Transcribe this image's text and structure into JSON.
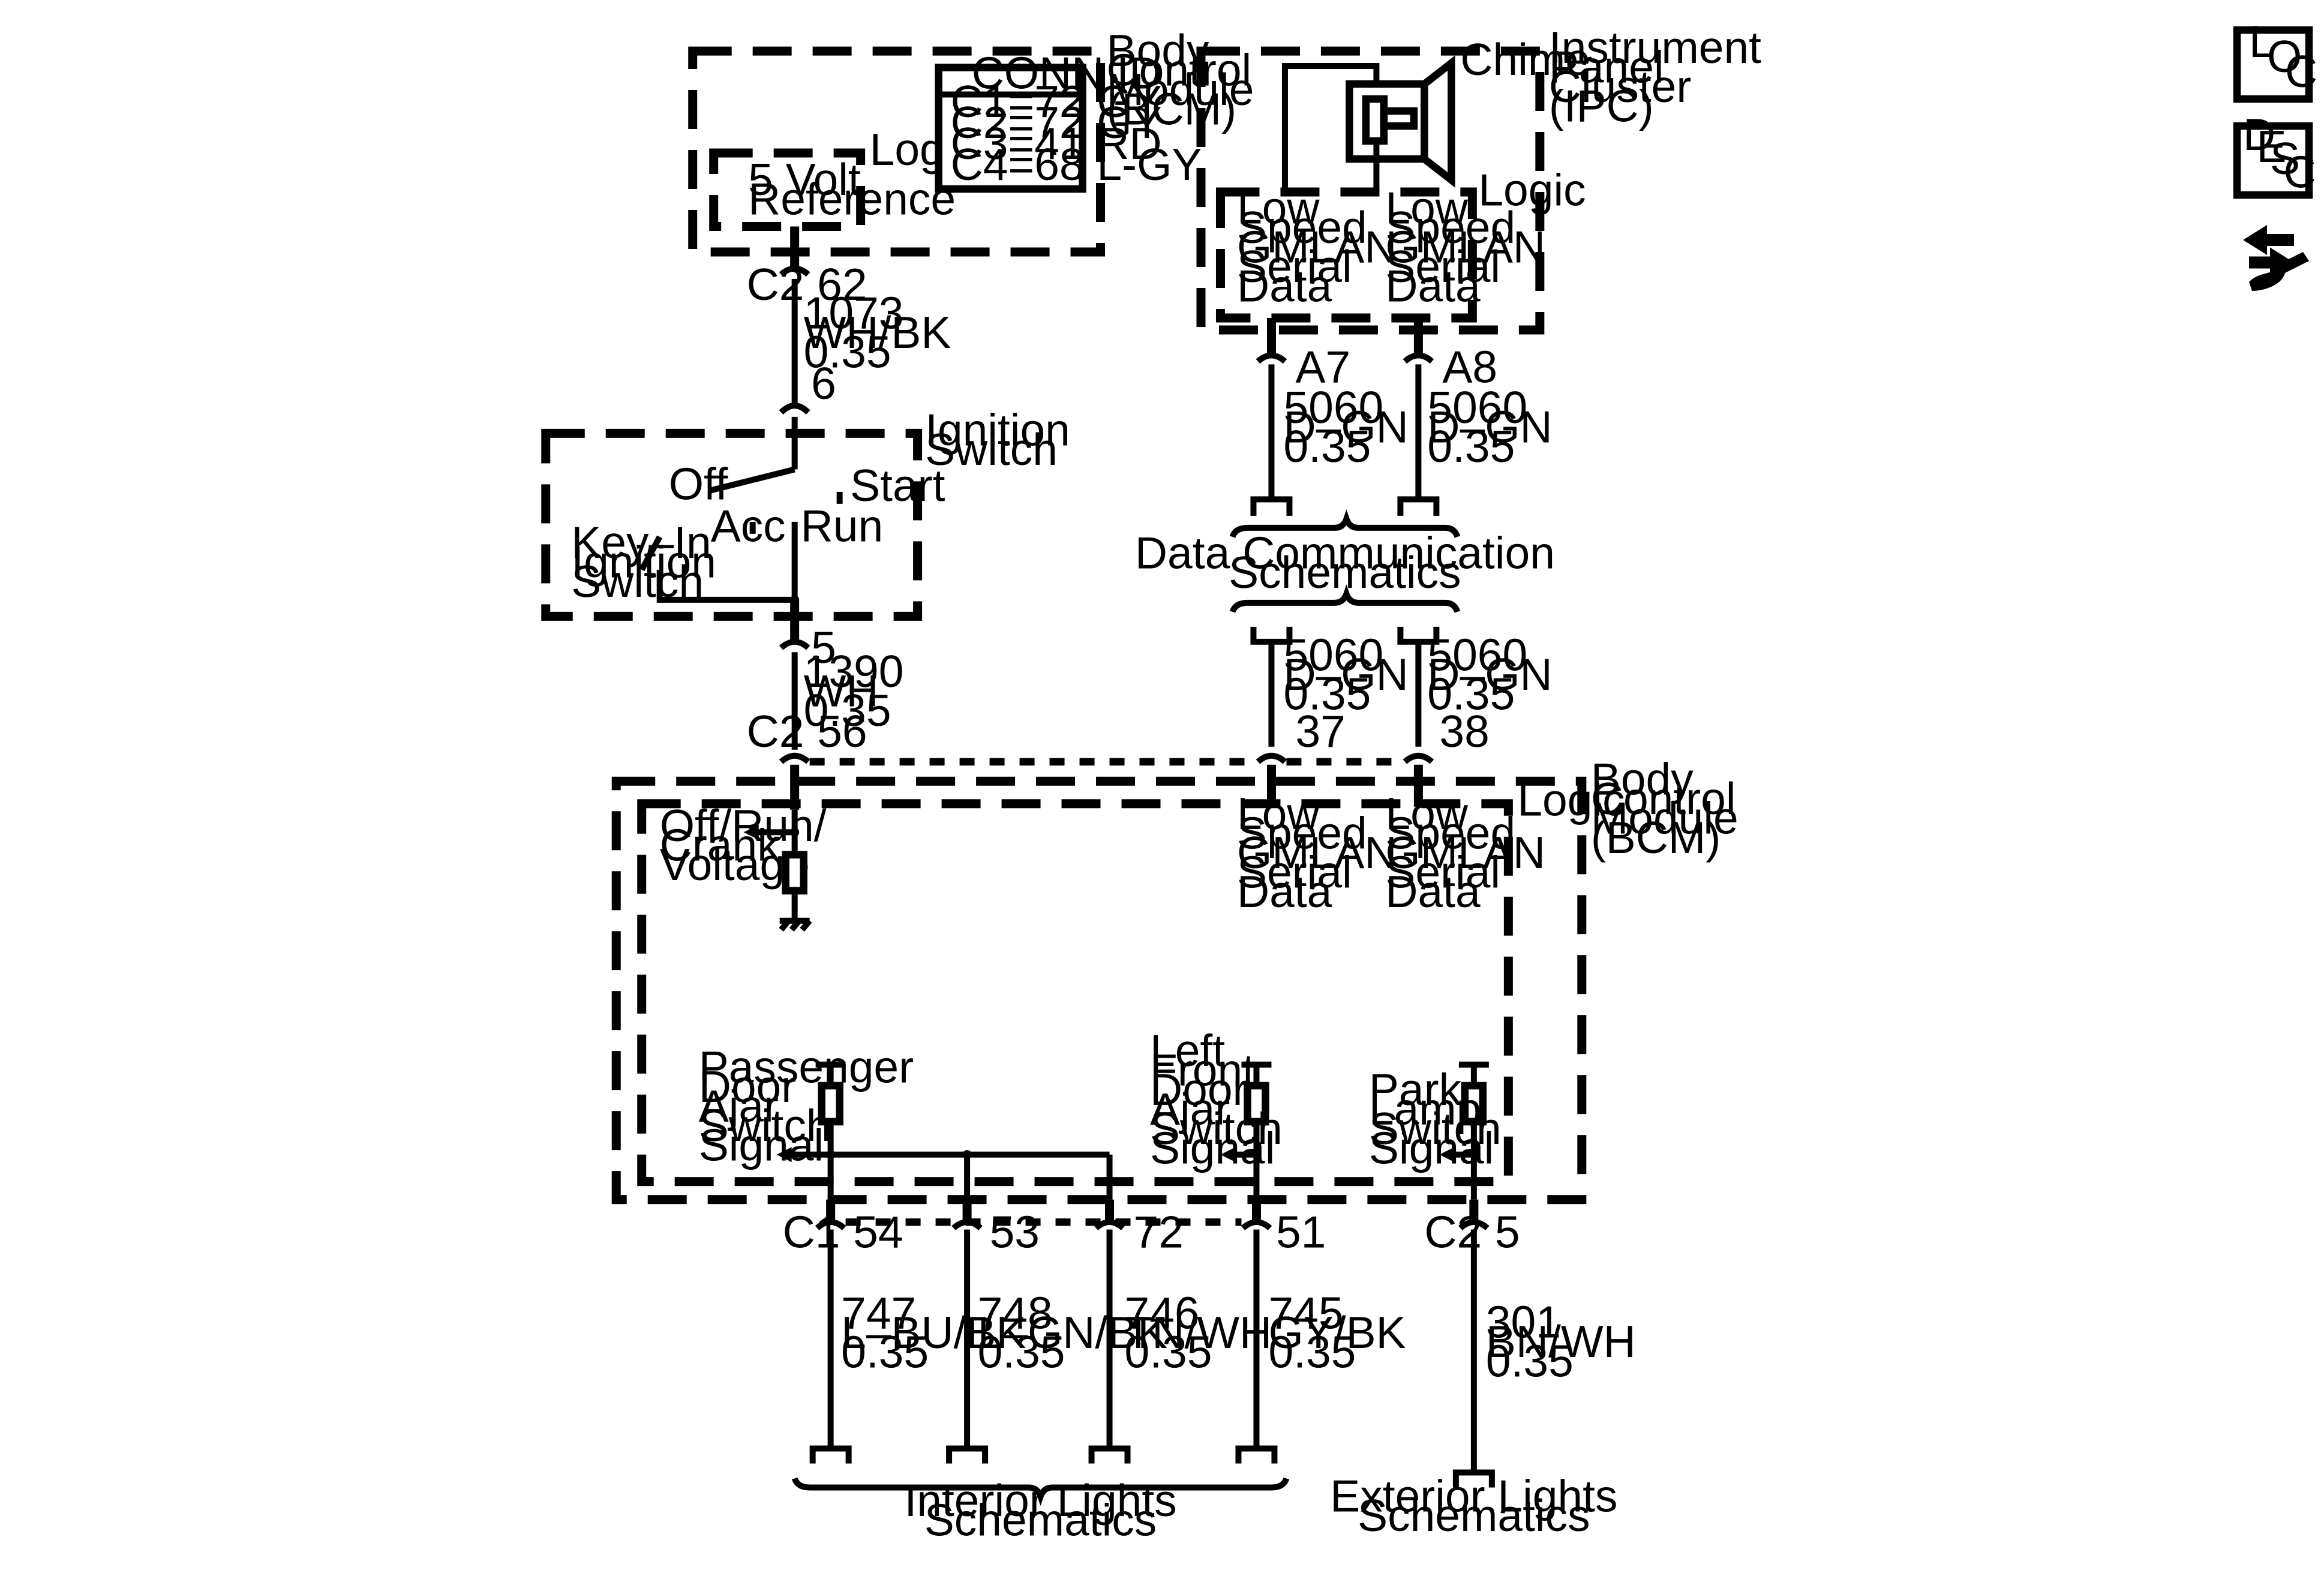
{
  "side_icons": {
    "loc": [
      "L",
      "O",
      "C"
    ],
    "desc": [
      "D",
      "E",
      "S",
      "C"
    ]
  },
  "bcm_top": {
    "name": [
      "Body",
      "Control",
      "Module",
      "(BCM)"
    ],
    "logic": "Logic",
    "ref": [
      "5 Volt",
      "Reference"
    ],
    "conn_title": "CONN ID",
    "conn": [
      "C1=72 GY",
      "C2=72 GY",
      "C3=41 RD",
      "C4=68 L-GY"
    ],
    "conn_label": "C2",
    "pin": "62"
  },
  "wire_1073": {
    "circuit": "1073",
    "color": "WH/BK",
    "size": "0.35"
  },
  "ignition": {
    "pin_in": "6",
    "name": [
      "Ignition",
      "Switch"
    ],
    "off": "Off",
    "start": "Start",
    "acc": "Acc",
    "run": "Run",
    "keyin": [
      "Key–In",
      "Ignition",
      "Switch"
    ],
    "pin_out": "5"
  },
  "wire_1390": {
    "circuit": "1390",
    "color": "WH",
    "size": "0.35"
  },
  "ipc": {
    "name": [
      "Instrument",
      "Panel",
      "Cluster",
      "(IPC)"
    ],
    "chime": "Chime",
    "logic": "Logic",
    "gmlan": [
      "Low",
      "Speed",
      "GMLAN",
      "Serial",
      "Data"
    ],
    "pin_a7": "A7",
    "pin_a8": "A8"
  },
  "wire_5060": {
    "circuit": "5060",
    "color": "D–GN",
    "size": "0.35"
  },
  "data_comm": [
    "Data Communication",
    "Schematics"
  ],
  "bcm_bottom": {
    "name": [
      "Body",
      "Control",
      "Module",
      "(BCM)"
    ],
    "logic": "Logic",
    "conn_c2": "C2",
    "pin_56": "56",
    "pin_37": "37",
    "pin_38": "38",
    "crank": [
      "Off/Run/",
      "Crank",
      "Voltage"
    ],
    "gmlan": [
      "Low",
      "Speed",
      "GMLAN",
      "Serial",
      "Data"
    ],
    "passenger": [
      "Passenger",
      "Door",
      "Ajar",
      "Switch",
      "Signal"
    ],
    "leftfront": [
      "Left",
      "Front",
      "Door",
      "Ajar",
      "Switch",
      "Signal"
    ],
    "park": [
      "Park",
      "Lamp",
      "Switch",
      "Signal"
    ],
    "conn_c1": "C1",
    "pin_54": "54",
    "pin_53": "53",
    "pin_72": "72",
    "pin_51": "51",
    "conn_c2b": "C2",
    "pin_5": "5"
  },
  "bottom_wires": [
    {
      "circuit": "747",
      "color": "L–BU/BK",
      "size": "0.35"
    },
    {
      "circuit": "748",
      "color": "L–GN/BK",
      "size": "0.35"
    },
    {
      "circuit": "746",
      "color": "TN/WH",
      "size": "0.35"
    },
    {
      "circuit": "745",
      "color": "GY/BK",
      "size": "0.35"
    },
    {
      "circuit": "301",
      "color": "BN/WH",
      "size": "0.35"
    }
  ],
  "interior": [
    "Interior Lights",
    "Schematics"
  ],
  "exterior": [
    "Exterior Lights",
    "Schematics"
  ]
}
